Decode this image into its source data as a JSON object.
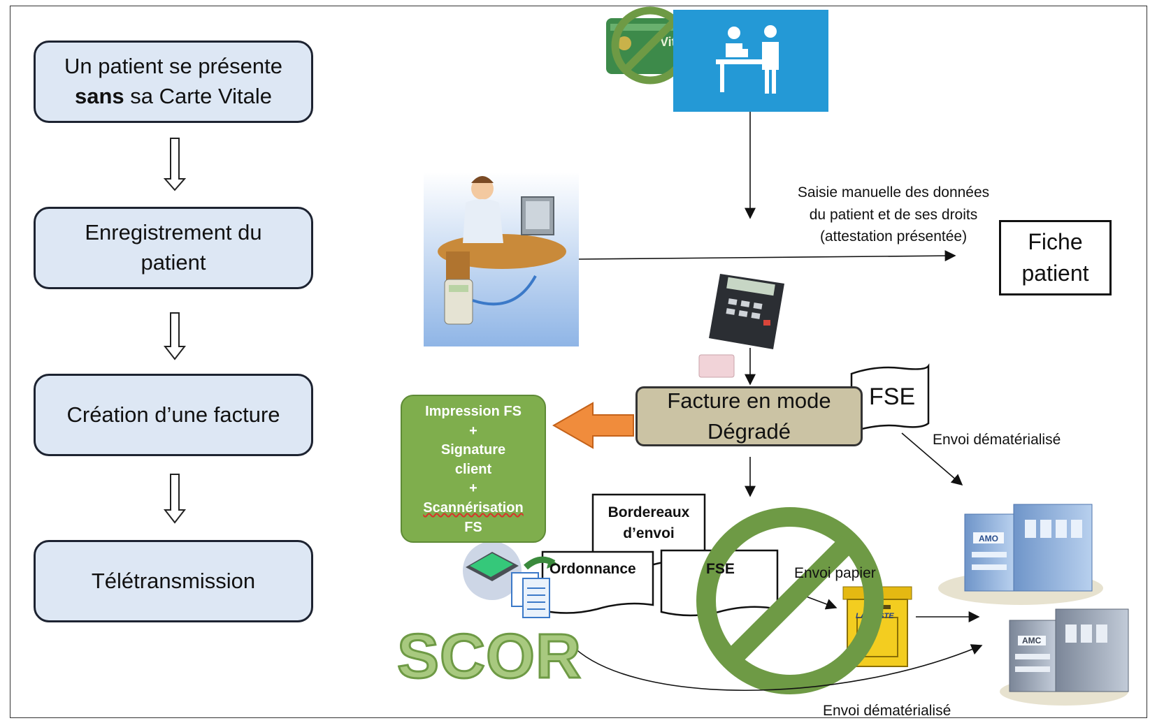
{
  "steps": [
    {
      "line1": "Un patient se présente",
      "bold": "sans",
      "rest": " sa Carte Vitale"
    },
    {
      "label": "Enregistrement du patient"
    },
    {
      "label": "Création d’une facture"
    },
    {
      "label": "Télétransmission"
    }
  ],
  "saisie": {
    "line1": "Saisie manuelle des données",
    "line2": "du patient et de ses droits",
    "line3": "(attestation présentée)"
  },
  "fiche": {
    "line1": "Fiche",
    "line2": "patient"
  },
  "facture": {
    "line1": "Facture en mode",
    "line2": "Dégradé"
  },
  "fse_flag": "FSE",
  "green_box": {
    "l1": "Impression FS",
    "p1": "+",
    "l2": "Signature",
    "l3": "client",
    "p2": "+",
    "l4": "Scannérisation",
    "l5": "FS"
  },
  "docs": {
    "bordereaux_1": "Bordereaux",
    "bordereaux_2": "d’envoi",
    "ordonnance": "Ordonnance",
    "fse": "FSE"
  },
  "envoi_papier": "Envoi papier",
  "envoi_dem_top": "Envoi dématérialisé",
  "envoi_dem_bottom": "Envoi dématérialisé",
  "scor": "SCOR",
  "card_text": "Vital",
  "mailbox_text": "LA POSTE",
  "building_amo": "AMO",
  "building_amc": "AMC",
  "colors": {
    "step_fill": "#dde7f4",
    "facture_fill": "#cbc3a4",
    "green_box": "#7fae4d",
    "forbidden": "#6e9a45",
    "reception_blue": "#2499d6",
    "orange_arrow": "#f08c3c",
    "mailbox_yellow": "#f3cd20"
  }
}
